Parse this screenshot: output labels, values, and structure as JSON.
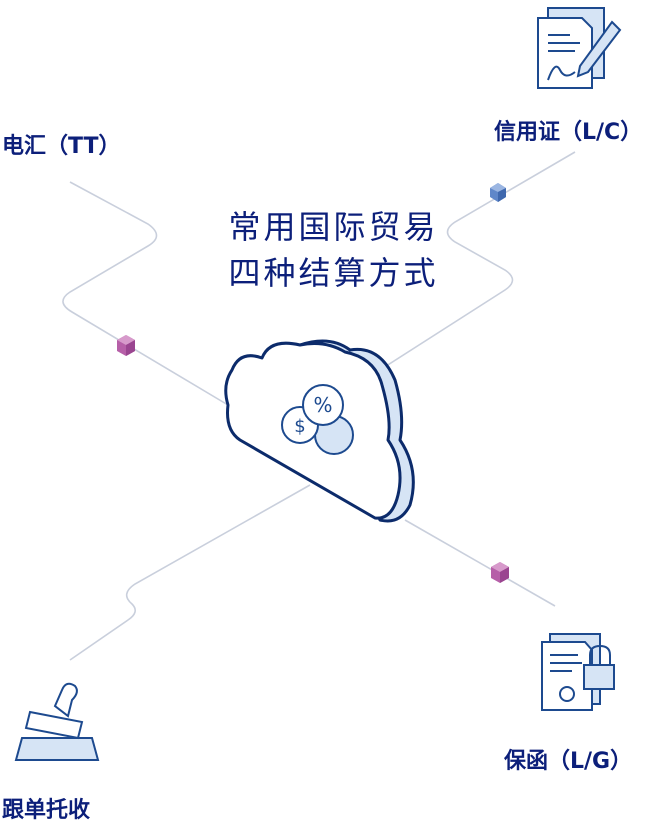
{
  "title": {
    "line1": "常用国际贸易",
    "line2": "四种结算方式"
  },
  "methods": [
    {
      "label": "电汇（TT）",
      "icon": "wire-transfer"
    },
    {
      "label": "信用证（L/C）",
      "icon": "signed-document-icon"
    },
    {
      "label": "跟单托收",
      "icon": "stamp-icon"
    },
    {
      "label": "保函（L/G）",
      "icon": "locked-document-icon"
    }
  ],
  "colors": {
    "navy": "#0c2b6b",
    "text": "#0c1f7a",
    "lightblue": "#d6e4f5",
    "line": "#c9cfdc",
    "cube_pink": "#b65fa8",
    "cube_blue": "#5f87c9"
  }
}
